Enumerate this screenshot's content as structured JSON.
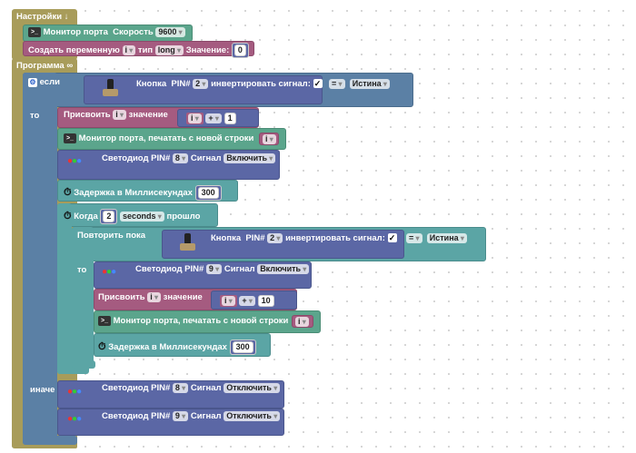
{
  "setup": {
    "label": "Настройки ↓",
    "serial": {
      "label": "Монитор порта",
      "speed_label": "Скорость",
      "speed": "9600"
    },
    "var": {
      "label": "Создать переменную",
      "name": "i",
      "type_label": "тип",
      "type": "long",
      "value_label": "Значение:",
      "value": "0"
    }
  },
  "program": {
    "label": "Программа ∞",
    "if_label": "если",
    "then_label": "то",
    "else_label": "иначе",
    "cond": {
      "button_label": "Кнопка",
      "pin_label": "PIN#",
      "pin": "2",
      "invert_label": "инвертировать сигнал:",
      "invert": "✓",
      "op": "=",
      "value": "Истина"
    },
    "assign1": {
      "label": "Присвоить",
      "var": "i",
      "value_label": "значение",
      "a": "i",
      "op": "+",
      "b": "1"
    },
    "print1": {
      "label": "Монитор порта, печатать с новой строки",
      "var": "i"
    },
    "led1": {
      "label": "Светодиод PIN#",
      "pin": "8",
      "signal_label": "Сигнал",
      "signal": "Включить"
    },
    "delay1": {
      "label": "Задержка в Миллисекундах",
      "value": "300"
    },
    "when": {
      "label": "Когда",
      "value": "2",
      "unit": "seconds",
      "suffix": "прошло"
    },
    "repeat": {
      "label": "Повторить пока",
      "then_label": "то",
      "cond": {
        "button_label": "Кнопка",
        "pin_label": "PIN#",
        "pin": "2",
        "invert_label": "инвертировать сигнал:",
        "invert": "✓",
        "op": "=",
        "value": "Истина"
      }
    },
    "led2": {
      "label": "Светодиод PIN#",
      "pin": "9",
      "signal_label": "Сигнал",
      "signal": "Включить"
    },
    "assign2": {
      "label": "Присвоить",
      "var": "i",
      "value_label": "значение",
      "a": "i",
      "op": "+",
      "b": "10"
    },
    "print2": {
      "label": "Монитор порта, печатать с новой строки",
      "var": "i"
    },
    "delay2": {
      "label": "Задержка в Миллисекундах",
      "value": "300"
    },
    "led3": {
      "label": "Светодиод PIN#",
      "pin": "8",
      "signal_label": "Сигнал",
      "signal": "Отключить"
    },
    "led4": {
      "label": "Светодиод PIN#",
      "pin": "9",
      "signal_label": "Сигнал",
      "signal": "Отключить"
    }
  },
  "colors": {
    "olive": "#a89c5a",
    "teal": "#5ba58c",
    "pink": "#a55b80",
    "if": "#5b80a5",
    "blue": "#5b67a5",
    "cyan": "#5ba5a5"
  }
}
